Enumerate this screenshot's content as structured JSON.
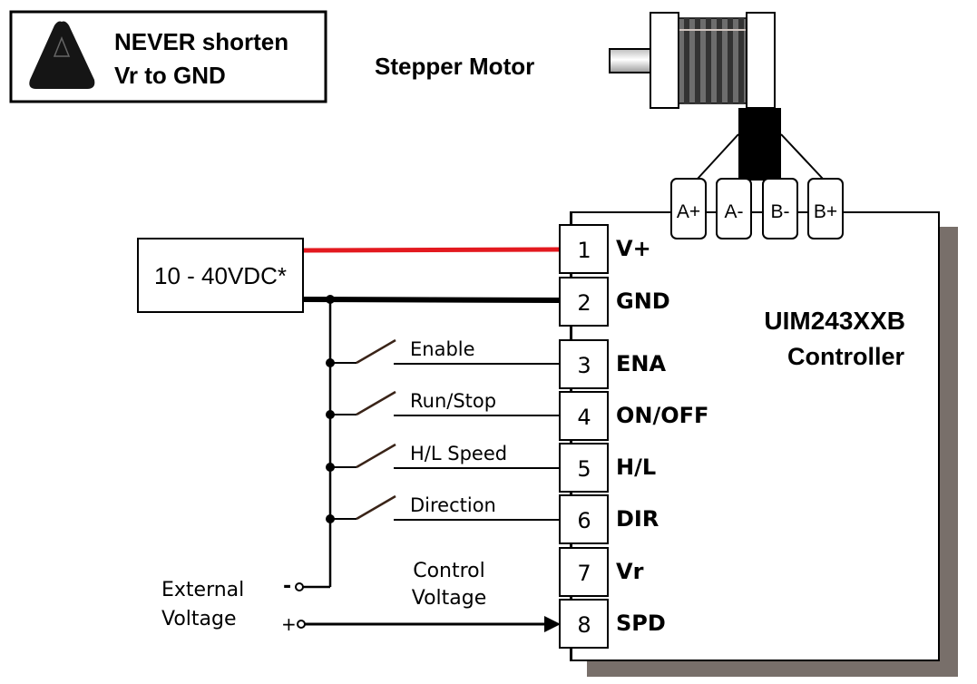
{
  "warning": {
    "line1": "NEVER shorten",
    "line2": "Vr to GND",
    "icon": "warning-triangle-icon"
  },
  "motor": {
    "label": "Stepper  Motor",
    "phases": [
      "A+",
      "A-",
      "B-",
      "B+"
    ]
  },
  "power_supply": {
    "label": "10 - 40VDC*",
    "positive_wire_color": "#e3191f",
    "ground_wire_color": "#000000"
  },
  "controller": {
    "model": "UIM243XXB",
    "name": "Controller",
    "shadow_color": "#786f6a"
  },
  "pins": [
    {
      "number": "1",
      "name": "V+"
    },
    {
      "number": "2",
      "name": "GND"
    },
    {
      "number": "3",
      "name": "ENA"
    },
    {
      "number": "4",
      "name": "ON/OFF"
    },
    {
      "number": "5",
      "name": "H/L"
    },
    {
      "number": "6",
      "name": "DIR"
    },
    {
      "number": "7",
      "name": "Vr"
    },
    {
      "number": "8",
      "name": "SPD"
    }
  ],
  "switches": [
    {
      "label": "Enable",
      "pin": "3"
    },
    {
      "label": "Run/Stop",
      "pin": "4"
    },
    {
      "label": "H/L Speed",
      "pin": "5"
    },
    {
      "label": "Direction",
      "pin": "6"
    }
  ],
  "external_voltage": {
    "label_line1": "External",
    "label_line2": "Voltage",
    "minus": "-",
    "plus": "+",
    "control_line1": "Control",
    "control_line2": "Voltage"
  }
}
